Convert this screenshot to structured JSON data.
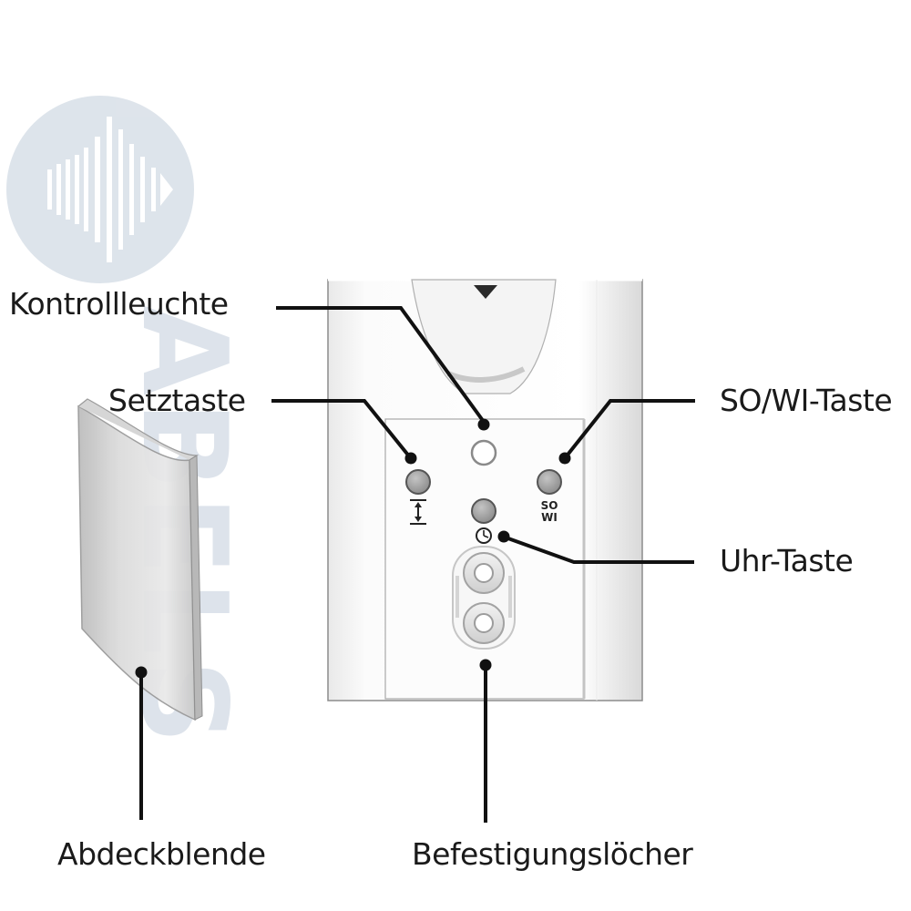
{
  "watermark": {
    "logo": "wave-mark",
    "text": "ABELS",
    "color": "#b9c6d6"
  },
  "device": {
    "controls": {
      "setz_symbol": "up-down-arrow",
      "uhr_symbol": "clock",
      "so_wi_line1": "SO",
      "so_wi_line2": "WI"
    }
  },
  "labels": {
    "kontrollleuchte": "Kontrollleuchte",
    "setztaste": "Setztaste",
    "so_wi_taste": "SO/WI-Taste",
    "uhr_taste": "Uhr-Taste",
    "abdeckblende": "Abdeckblende",
    "befestigungsloecher": "Befestigungslöcher"
  },
  "colors": {
    "leader": "#111111",
    "button": "#9a9a9a"
  }
}
